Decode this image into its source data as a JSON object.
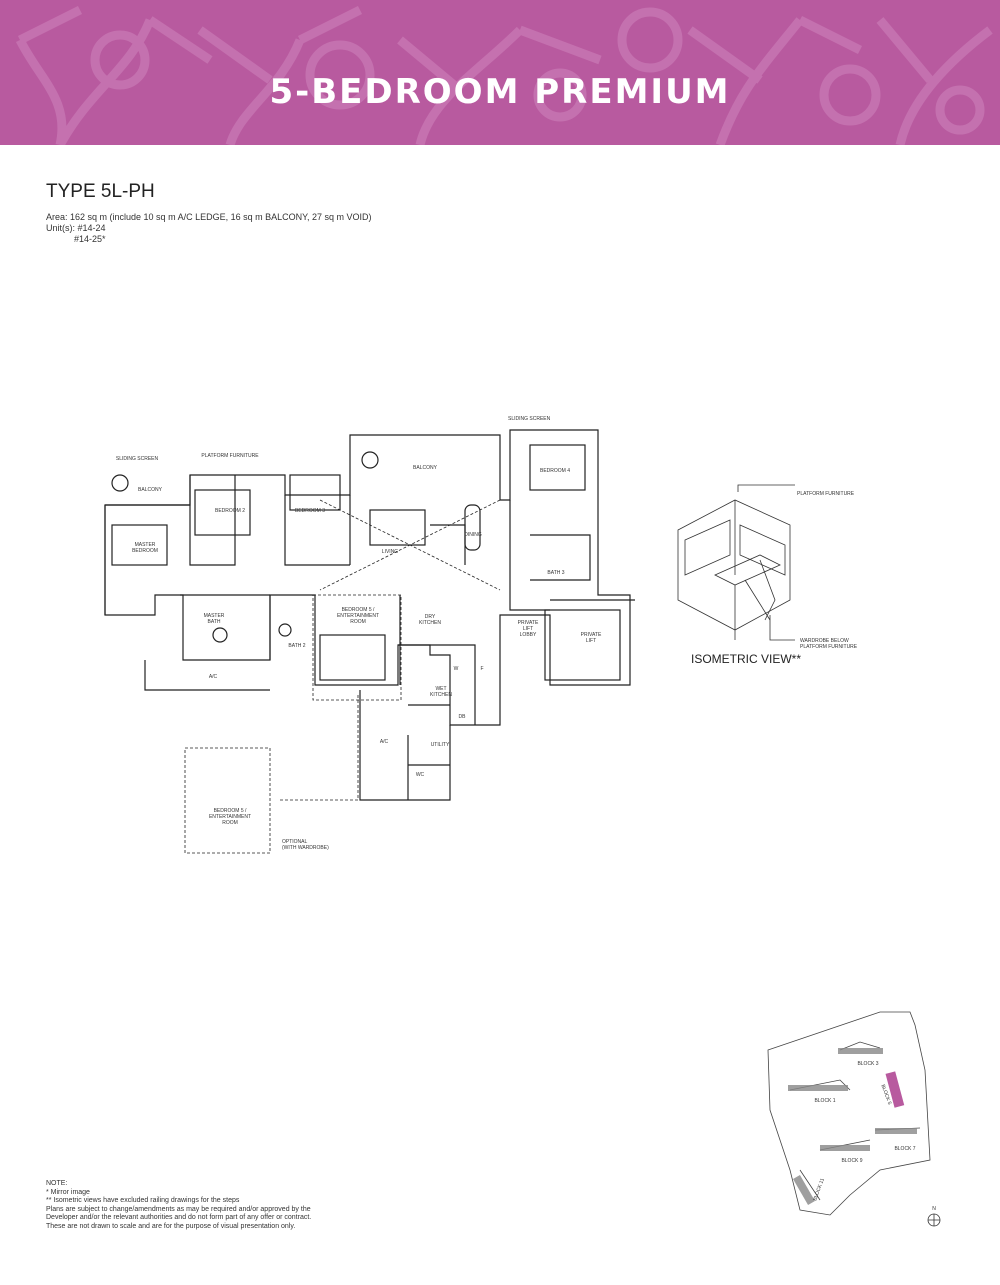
{
  "banner": {
    "title": "5-BEDROOM PREMIUM",
    "color": "#b85a9f"
  },
  "unit": {
    "type": "TYPE 5L-PH",
    "area": "Area: 162 sq m (include 10 sq m A/C LEDGE, 16 sq m BALCONY, 27 sq m VOID)",
    "units_line1": "Unit(s): #14-24",
    "units_line2": "#14-25*"
  },
  "plan": {
    "labels": {
      "sliding_screen_left": "SLIDING SCREEN",
      "platform_furniture": "PLATFORM FURNITURE",
      "sliding_screen_top": "SLIDING SCREEN",
      "balcony_left": "BALCONY",
      "balcony_main": "BALCONY",
      "master_bedroom": [
        "MASTER",
        "BEDROOM"
      ],
      "bedroom2": "BEDROOM 2",
      "bedroom3": "BEDROOM 3",
      "bedroom4": "BEDROOM 4",
      "living": "LIVING",
      "dining": "DINING",
      "bath3": "BATH 3",
      "master_bath": [
        "MASTER",
        "BATH"
      ],
      "bath2": "BATH 2",
      "bedroom5": [
        "BEDROOM 5 /",
        "ENTERTAINMENT",
        "ROOM"
      ],
      "dry_kitchen": [
        "DRY",
        "KITCHEN"
      ],
      "private_lift_lobby": [
        "PRIVATE",
        "LIFT",
        "LOBBY"
      ],
      "private_lift": [
        "PRIVATE",
        "LIFT"
      ],
      "ac_left": "A/C",
      "wet_kitchen": [
        "WET",
        "KITCHEN"
      ],
      "w": "W",
      "f": "F",
      "db": "DB",
      "ac_bottom": "A/C",
      "utility": "UTILITY",
      "wc": "WC",
      "optional_bedroom5": [
        "BEDROOM 5 /",
        "ENTERTAINMENT",
        "ROOM"
      ],
      "optional_note": [
        "OPTIONAL",
        "(WITH WARDROBE)"
      ]
    }
  },
  "isometric": {
    "title": "ISOMETRIC VIEW**",
    "platform_furniture": "PLATFORM FURNITURE",
    "wardrobe_note": [
      "WARDROBE BELOW",
      "PLATFORM FURNITURE"
    ]
  },
  "site_plan": {
    "blocks": [
      "BLOCK 3",
      "BLOCK 1",
      "BLOCK 5",
      "BLOCK 9",
      "BLOCK 7",
      "BLOCK 11"
    ],
    "highlight_color": "#b85a9f",
    "north": "N"
  },
  "notes": {
    "heading": "NOTE:",
    "lines": [
      "* Mirror image",
      "** Isometric views have excluded railing drawings for the steps",
      "Plans are subject to change/amendments as may be required and/or approved by the",
      "Developer and/or the relevant authorities and do not form part of any offer or contract.",
      "These are not drawn to scale and are for the purpose of visual presentation only."
    ]
  }
}
